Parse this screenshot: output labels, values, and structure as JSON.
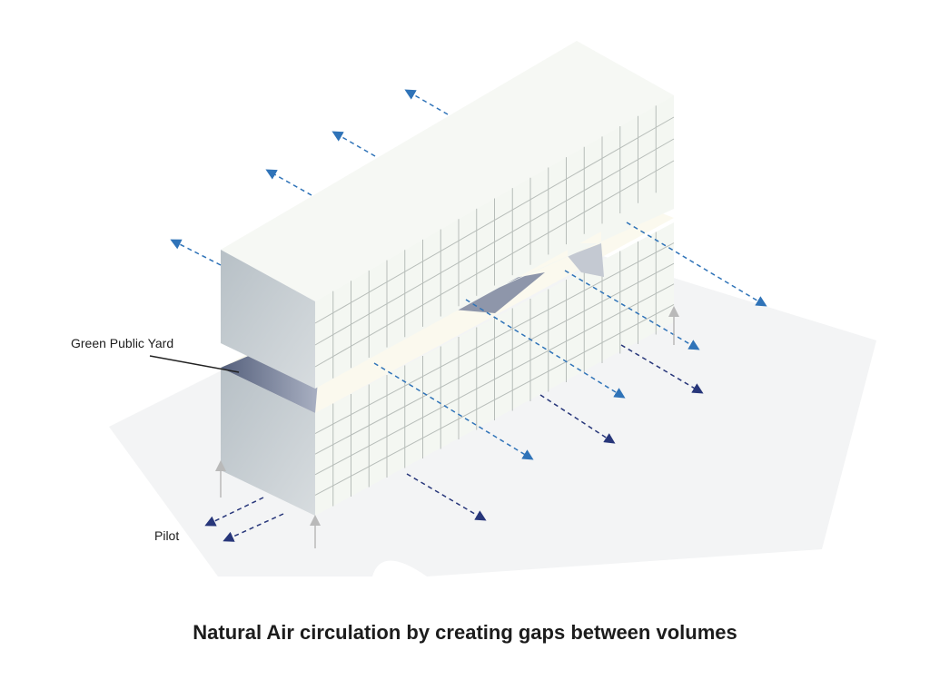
{
  "labels": {
    "green_public_yard": "Green Public Yard",
    "pilot": "Pilot"
  },
  "caption": "Natural Air circulation by creating gaps between volumes",
  "colors": {
    "ground": "#f3f4f5",
    "facade_front": "#f4f7f2",
    "facade_side": "#c3cbcf",
    "roof": "#f6f8f4",
    "grid_line": "#b7bdb9",
    "yard_floor": "#fbf9ee",
    "gap_shadow": "#5f6a85",
    "air_arrow_light": "#2f73b8",
    "air_arrow_dark": "#27367a",
    "pilot_arrow": "#b9b9b9",
    "leader_line": "#222222"
  },
  "icons": {
    "air_flow": "dashed-arrow-icon",
    "pilot_flow": "up-arrow-icon"
  }
}
